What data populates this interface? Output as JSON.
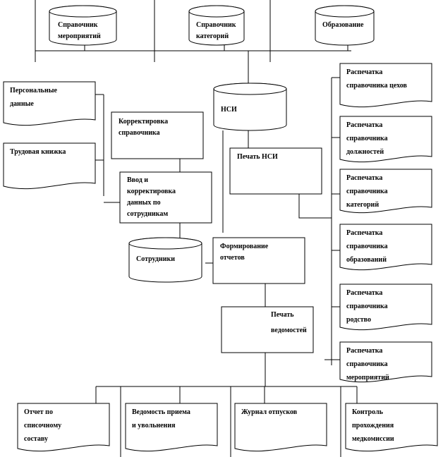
{
  "databases": {
    "events": [
      "Справочник",
      "мероприятий"
    ],
    "categories": [
      "Справочник",
      "категорий"
    ],
    "education": [
      "Образование"
    ],
    "nsi": [
      "НСИ"
    ],
    "employees": [
      "Сотрудники"
    ]
  },
  "inputs": {
    "personal": [
      "Персональные",
      "данные"
    ],
    "workbook": [
      "Трудовая книжка"
    ]
  },
  "processes": {
    "edit_ref": [
      "Корректировка",
      "справочника"
    ],
    "entry": [
      "Ввод и",
      "корректировка",
      "данных по",
      "сотрудникам"
    ],
    "print_nsi": [
      "Печать НСИ"
    ],
    "reports": [
      "Формирование",
      "отчетов"
    ],
    "print_sheets": [
      "Печать",
      "ведомостей"
    ]
  },
  "printouts": [
    [
      "Распечатка",
      "справочника цехов"
    ],
    [
      "Распечатка",
      "справочника",
      "должностей"
    ],
    [
      "Распечатка",
      "справочника",
      "категорий"
    ],
    [
      "Распечатка",
      "справочника",
      "образований"
    ],
    [
      "Распечатка",
      "справочника",
      "родство"
    ],
    [
      "Распечатка",
      "справочника",
      "мероприятий"
    ]
  ],
  "reports": [
    [
      "Отчет по",
      "списочному",
      "составу"
    ],
    [
      "Ведомость приема",
      "и увольнения"
    ],
    [
      "Журнал отпусков"
    ],
    [
      "Контроль",
      "прохождения",
      "медкомиссии"
    ]
  ]
}
